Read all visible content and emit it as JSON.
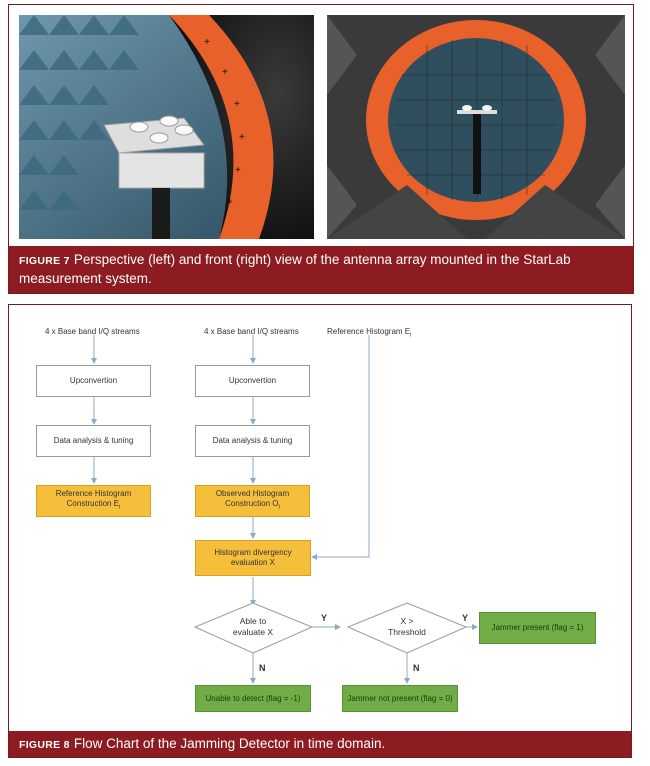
{
  "figure7": {
    "label": "FIGURE 7",
    "caption": "Perspective (left) and front (right) view of the antenna array mounted in the StarLab measurement system."
  },
  "figure8": {
    "label": "FIGURE 8",
    "caption": "Flow Chart of the Jamming Detector in time domain.",
    "nodes": {
      "input_left": "4 x Base band I/Q streams",
      "input_mid": "4 x Base band I/Q streams",
      "input_ref": "Reference Histogram E",
      "input_ref_sub": "i",
      "upconv_left": "Upconvertion",
      "upconv_mid": "Upconvertion",
      "analysis_left": "Data analysis & tuning",
      "analysis_mid": "Data analysis & tuning",
      "ref_hist_l1": "Reference Histogram",
      "ref_hist_l2": "Construction E",
      "ref_hist_sub": "i",
      "obs_hist_l1": "Observed Histogram",
      "obs_hist_l2": "Construction O",
      "obs_hist_sub": "i",
      "divergency_l1": "Histogram divergency",
      "divergency_l2": "evaluation X",
      "decision1_l1": "Able to",
      "decision1_l2": "evaluate X",
      "decision2_l1": "X >",
      "decision2_l2": "Threshold",
      "jammer_present": "Jammer present (flag = 1)",
      "unable": "Unable to detect (flag = -1)",
      "jammer_not_present": "Jammer not present (flag = 0)",
      "yes1": "Y",
      "yes2": "Y",
      "no1": "N",
      "no2": "N"
    }
  },
  "colors": {
    "caption_bg": "#8c1c21",
    "orange": "#f5bf3c",
    "green": "#70ad47",
    "absorber_blue": "#4a7a93",
    "ring_orange": "#e8602a"
  }
}
